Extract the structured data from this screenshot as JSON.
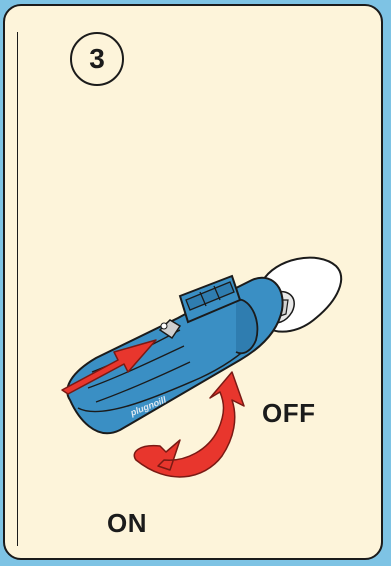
{
  "step": {
    "number": "3"
  },
  "labels": {
    "off": "OFF",
    "on": "ON"
  },
  "brand": "plugnoill",
  "colors": {
    "frame": "#7ec3e4",
    "panel": "#fdf4da",
    "device_blue": "#3a8fc4",
    "arrow_red": "#e8362d",
    "outline": "#1b1b1b"
  },
  "icons": [
    "insert-arrow-icon",
    "rotate-arrow-icon",
    "underwater-scooter-illustration"
  ]
}
